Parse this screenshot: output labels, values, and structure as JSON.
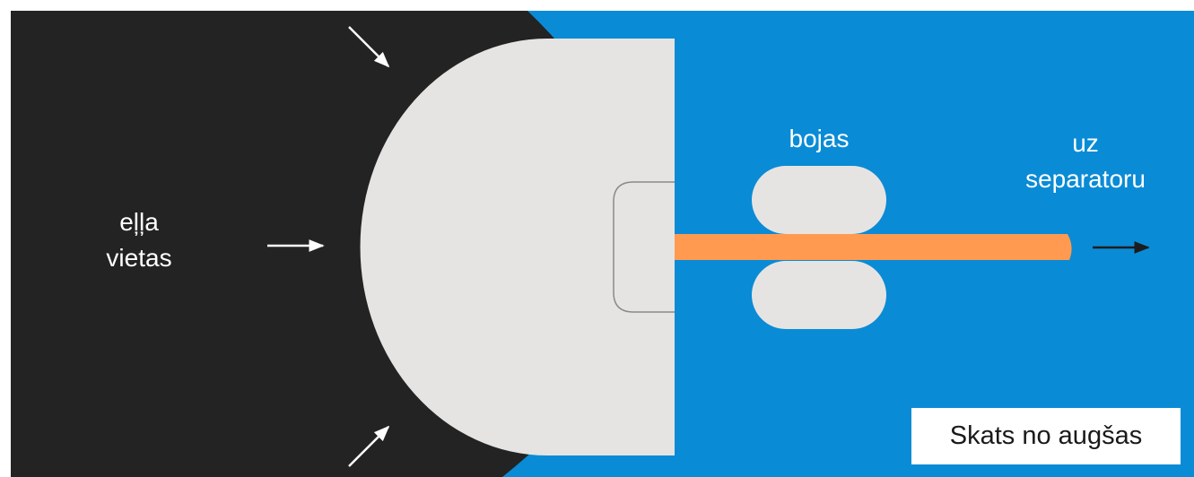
{
  "labels": {
    "oil": [
      "eļļa",
      "vietas"
    ],
    "buoys": "bojas",
    "separator": [
      "uz",
      "separatoru"
    ],
    "view": "Skats no augšas"
  },
  "colors": {
    "water": "#0a8bd6",
    "oil": "#232323",
    "vessel": "#e6e4e2",
    "boom": "#ff9a50",
    "frame": "#ffffff",
    "arrow_light": "#ffffff",
    "arrow_dark": "#1c1c1c"
  }
}
